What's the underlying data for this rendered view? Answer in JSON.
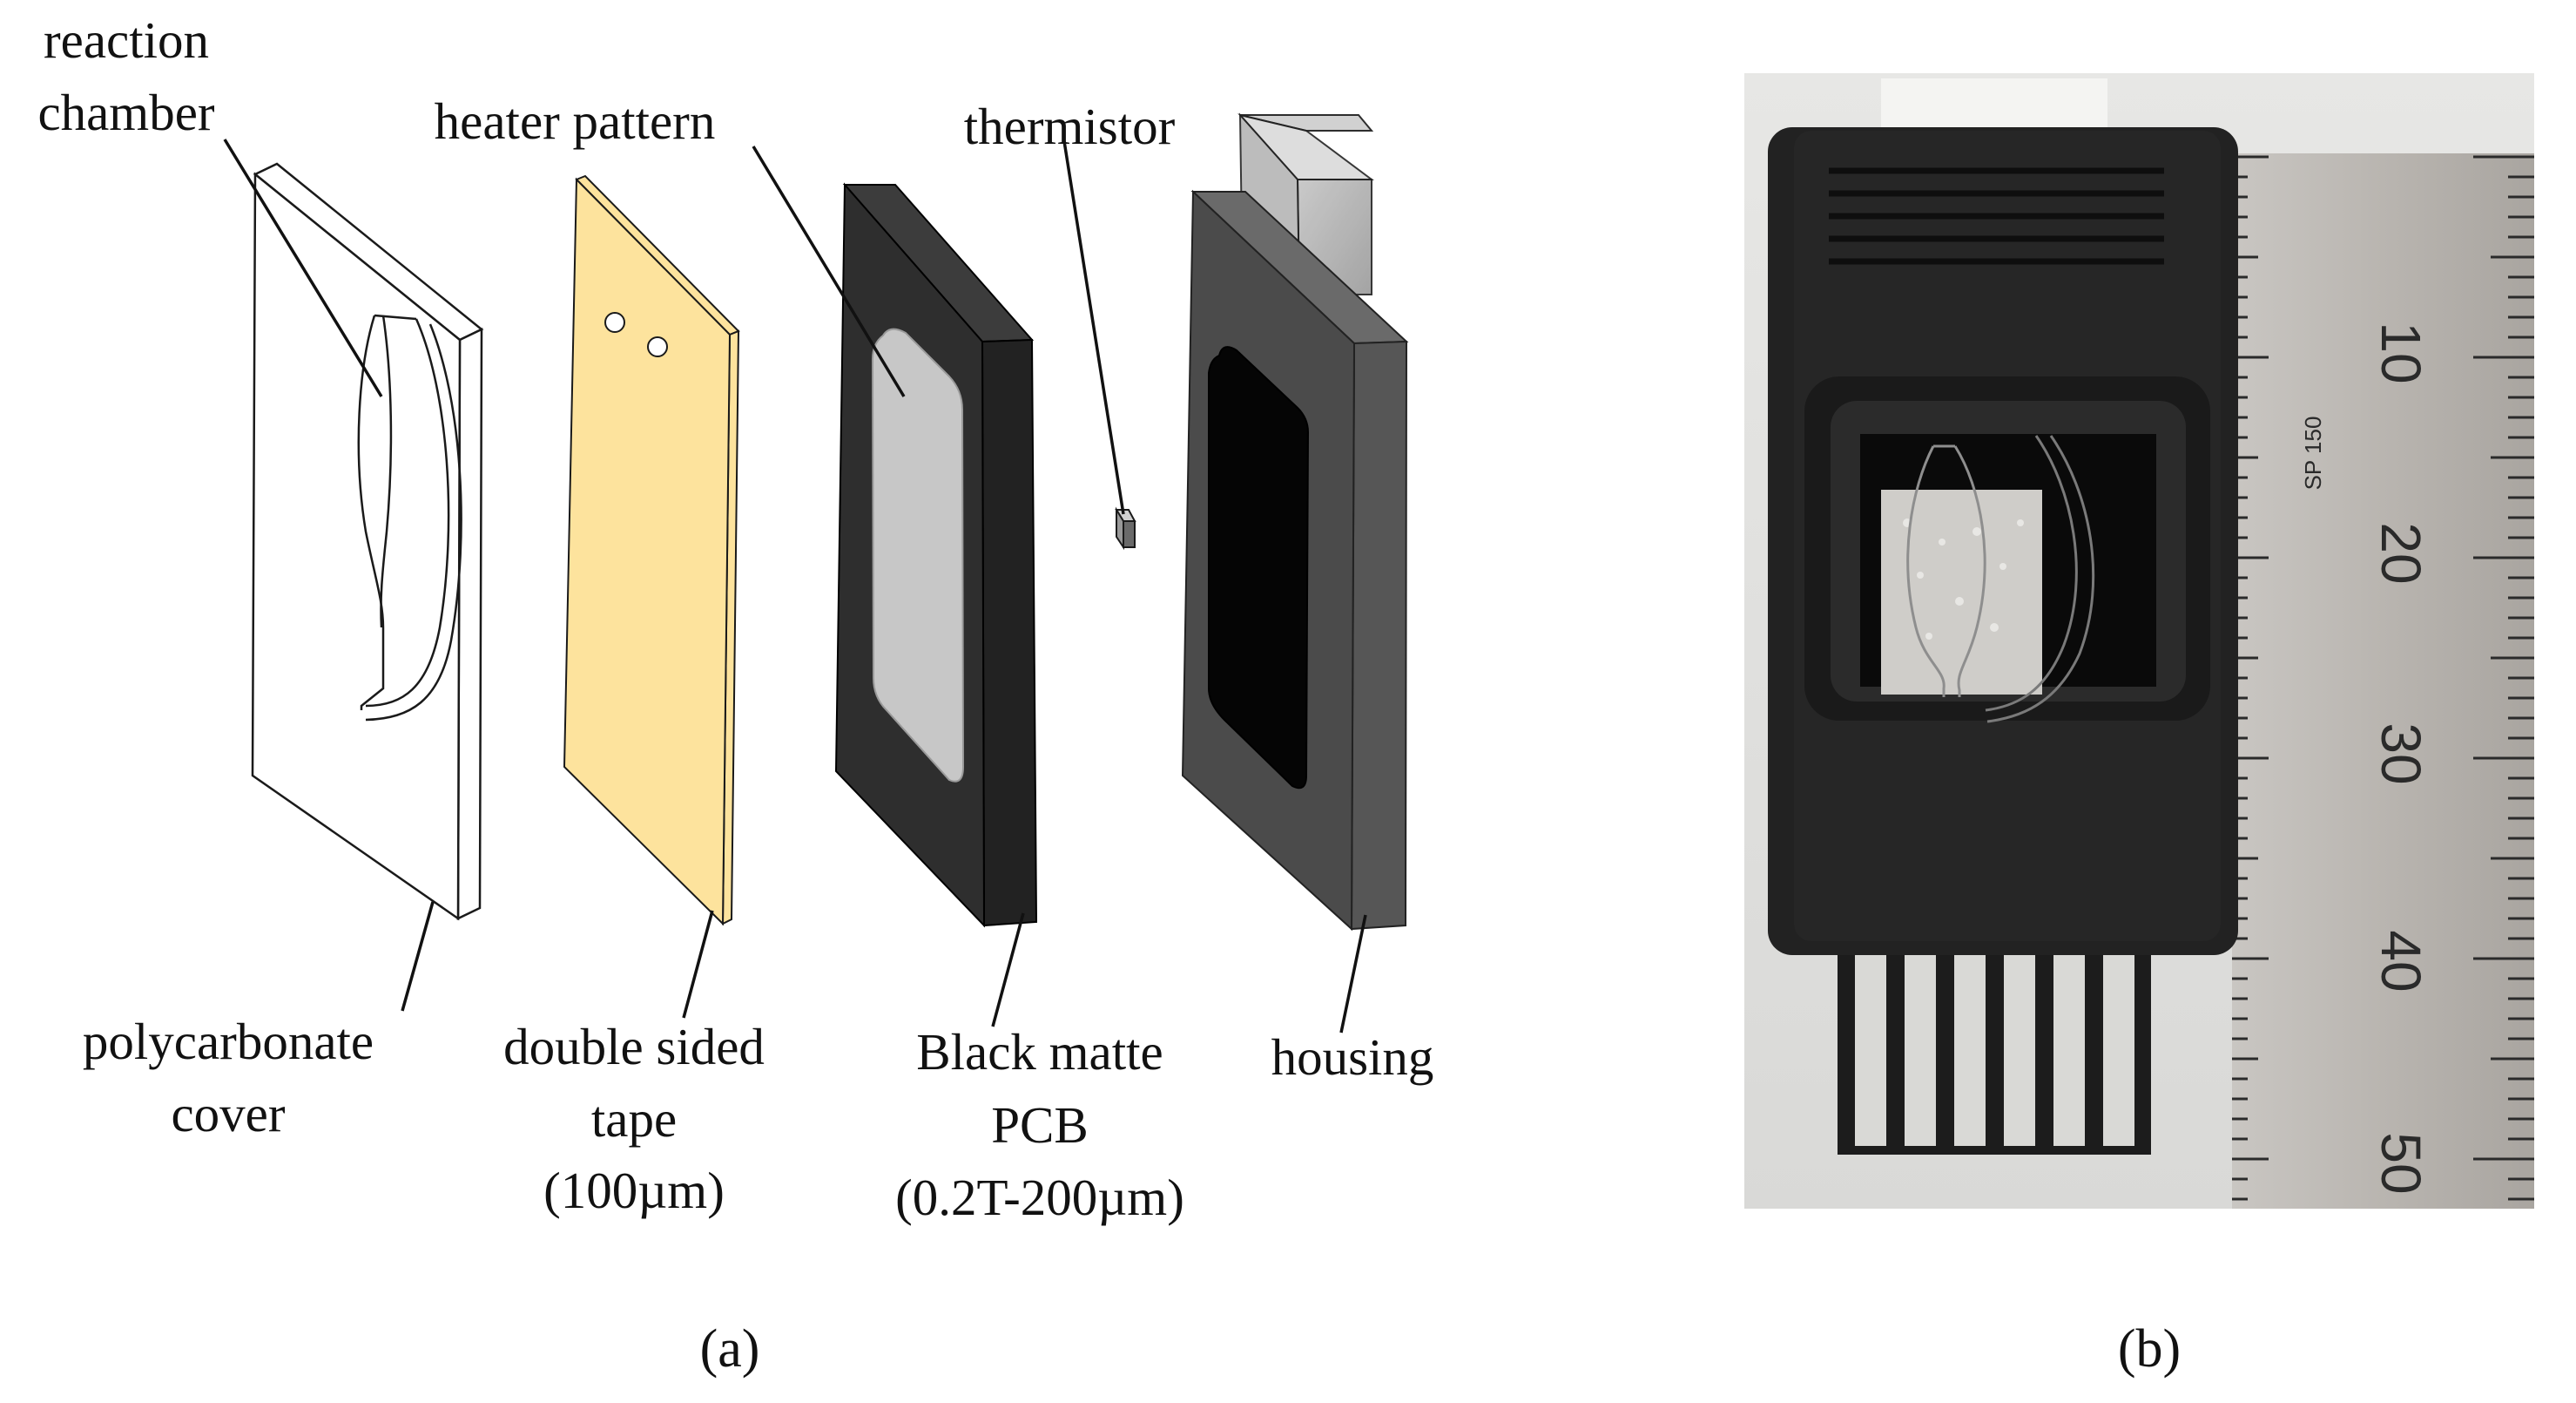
{
  "panel_a": {
    "labels": {
      "reaction_chamber_1": "reaction",
      "reaction_chamber_2": "chamber",
      "heater_pattern": "heater pattern",
      "thermistor": "thermistor",
      "polycarbonate_1": "polycarbonate",
      "polycarbonate_2": "cover",
      "tape_1": "double sided",
      "tape_2": "tape",
      "tape_3": "(100µm)",
      "pcb_1": "Black matte",
      "pcb_2": "PCB",
      "pcb_3": "(0.2T-200µm)",
      "housing": "housing"
    },
    "caption": "(a)"
  },
  "panel_b": {
    "ruler": {
      "numbers": [
        "10",
        "20",
        "30",
        "40",
        "50"
      ],
      "marking": "SP 150"
    },
    "caption": "(b)"
  },
  "colors": {
    "tape": "#FDE39D",
    "pcb": "#2E2E2E",
    "heater": "#C7C7C7",
    "housing": "#565656",
    "ruler": "#BDB9B4",
    "ruler_red": "#D41F1F"
  }
}
